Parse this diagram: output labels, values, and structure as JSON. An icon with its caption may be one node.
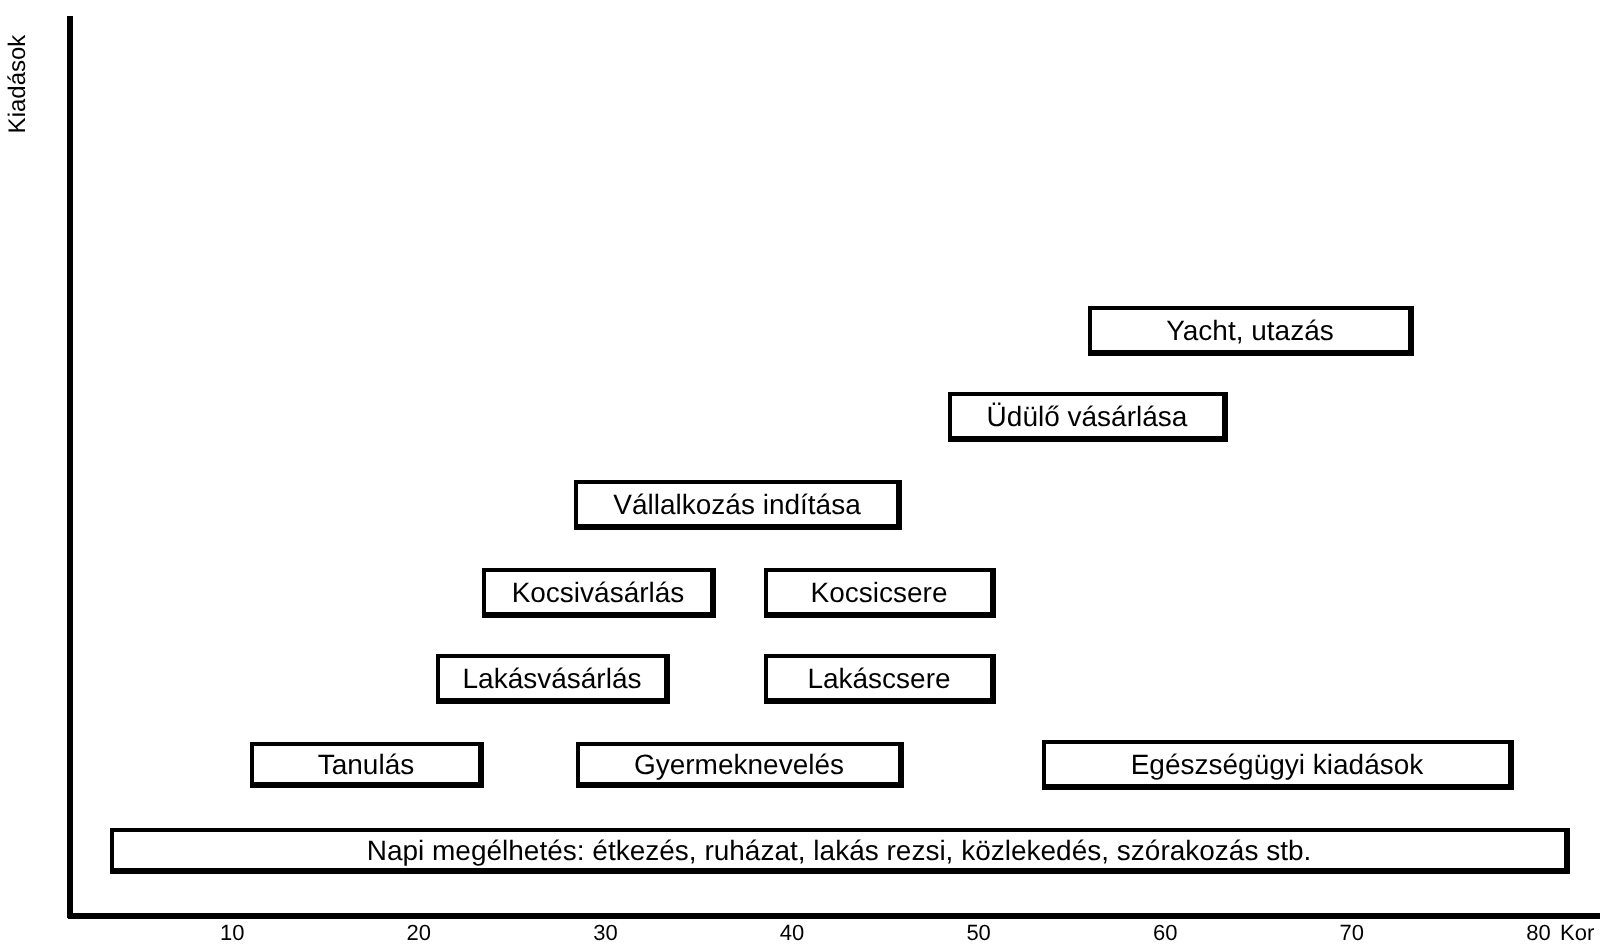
{
  "diagram": {
    "nodes": [
      {
        "text": [
          "Yacht, utazás"
        ]
      },
      {
        "text": [
          "Üdülő vásárlása"
        ]
      },
      {
        "text": [
          "Vállalkozás indítása"
        ]
      },
      {
        "text": [
          "Kocsivásárlás"
        ]
      },
      {
        "text": [
          "Kocsicsere"
        ]
      },
      {
        "text": [
          "Lakásvásárlás"
        ]
      },
      {
        "text": [
          "Lakáscsere"
        ]
      },
      {
        "text": [
          "Tanulás"
        ]
      },
      {
        "text": [
          "Gyermeknevelés"
        ]
      },
      {
        "text": [
          "Egészségügyi kiadások"
        ]
      },
      {
        "text": [
          "Napi megélhetés: étkezés, ruházat, lakás rezsi, közlekedés, szórakozás stb."
        ]
      }
    ],
    "edges": [],
    "labels": [
      "Kiadások",
      "10",
      "20",
      "30",
      "40",
      "50",
      "60",
      "70",
      "80",
      "Kor"
    ]
  }
}
